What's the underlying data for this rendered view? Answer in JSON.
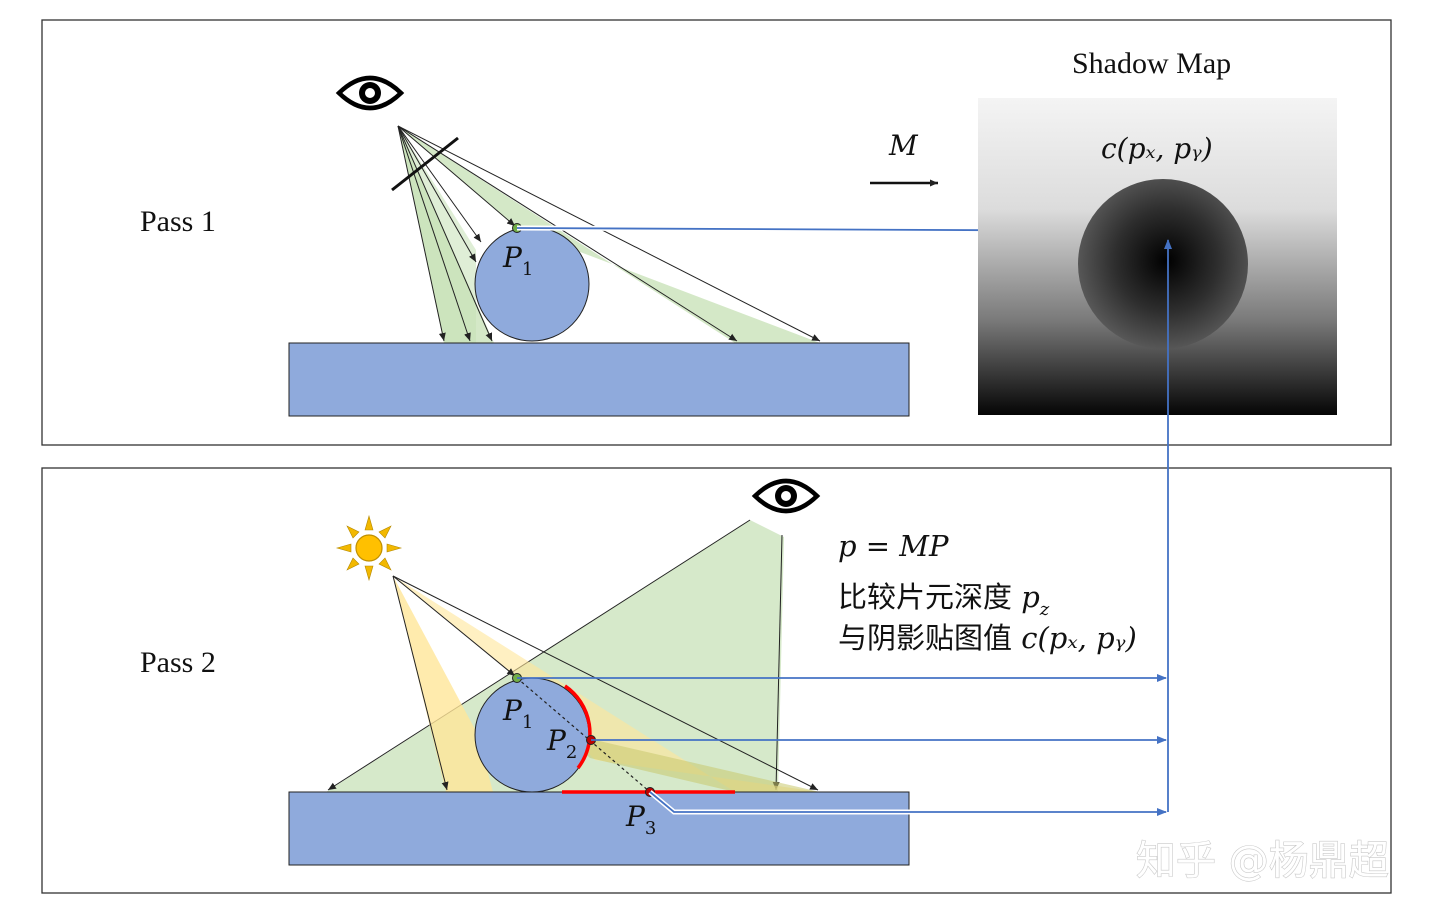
{
  "pass1": {
    "label": "Pass 1",
    "shadow_map_title": "Shadow Map",
    "transform_label": "M",
    "lookup_label": "c(pₓ, pᵧ)",
    "point_label": "P",
    "point_sub": "1"
  },
  "pass2": {
    "label": "Pass 2",
    "formula": "p = MP",
    "text_line1": "比较片元深度 ",
    "text_line1_math": "p",
    "text_line1_sub": "z",
    "text_line2": "与阴影贴图值 ",
    "text_line2_math": "c(pₓ, pᵧ)",
    "points": [
      {
        "label": "P",
        "sub": "1"
      },
      {
        "label": "P",
        "sub": "2"
      },
      {
        "label": "P",
        "sub": "3"
      }
    ]
  },
  "watermark": "知乎 @杨鼎超",
  "colors": {
    "object_fill": "#8faadc",
    "green_light": "#c5e0b4",
    "yellow_light": "#ffe699",
    "arrow_blue": "#4472c4",
    "shadow_red": "#ff0000",
    "sun": "#f2b800",
    "point_green": "#70ad47",
    "point_red": "#c00000"
  },
  "icons": {
    "camera_pass1": "eye-icon",
    "camera_pass2": "eye-icon",
    "light": "sun-icon"
  }
}
